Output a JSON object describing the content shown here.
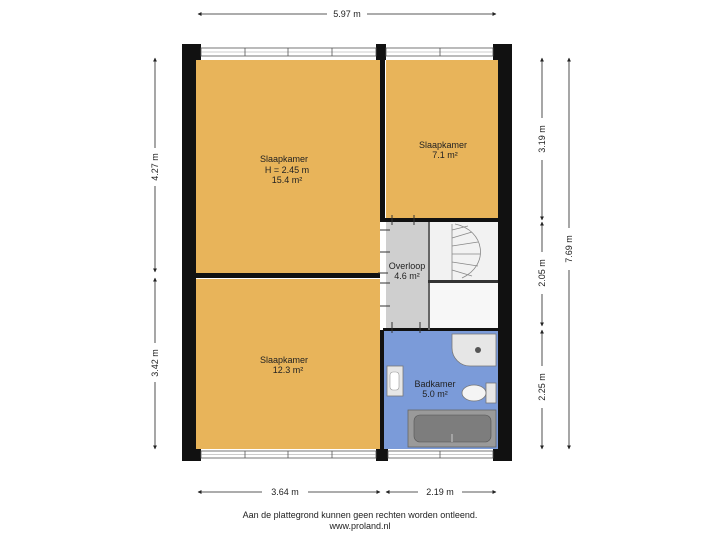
{
  "rooms": {
    "slaapkamer_front": {
      "name": "Slaapkamer",
      "height": "H = 2.45 m",
      "area": "15.4 m²"
    },
    "slaapkamer_small": {
      "name": "Slaapkamer",
      "area": "7.1 m²"
    },
    "overloop": {
      "name": "Overloop",
      "area": "4.6 m²"
    },
    "slaapkamer_back": {
      "name": "Slaapkamer",
      "area": "12.3 m²"
    },
    "badkamer": {
      "name": "Badkamer",
      "area": "5.0 m²"
    }
  },
  "dimensions": {
    "top_width": "5.97 m",
    "left_upper": "4.27 m",
    "left_lower": "3.42 m",
    "right_upper": "3.19 m",
    "right_middle": "2.05 m",
    "right_lower": "2.25 m",
    "right_total": "7.69 m",
    "bottom_left": "3.64 m",
    "bottom_right": "2.19 m"
  },
  "footer": {
    "disclaimer": "Aan de plattegrond kunnen geen rechten worden ontleend.",
    "website": "www.proland.nl"
  },
  "colors": {
    "bedroom": "#E8B45A",
    "bathroom": "#7B9BD9",
    "landing": "#CFCFCF",
    "wall": "#111111"
  }
}
